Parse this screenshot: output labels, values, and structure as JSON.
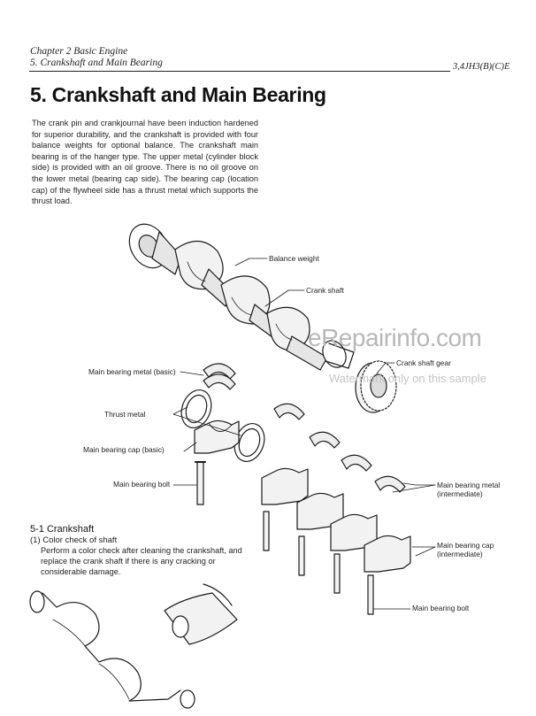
{
  "header": {
    "chapter": "Chapter 2 Basic Engine",
    "section": "5. Crankshaft and Main Bearing",
    "model": "3,4JH3(B)(C)E"
  },
  "title": "5. Crankshaft and Main Bearing",
  "intro": "The crank pin and crankjournal have been induction hardened for superior durability, and the crankshaft is provided with four balance weights for optional balance. The crankshaft main bearing is of the hanger type. The upper metal (cylinder block side) is provided with an oil groove. There is no oil groove on the lower metal (bearing cap side). The bearing cap (location cap) of the flywheel side has a thrust metal which supports the thrust load.",
  "labels": {
    "balance_weight": "Balance weight",
    "crank_shaft": "Crank shaft",
    "crank_shaft_gear": "Crank shaft gear",
    "main_bearing_metal_basic": "Main bearing metal (basic)",
    "thrust_metal": "Thrust metal",
    "main_bearing_cap_basic": "Main bearing cap (basic)",
    "main_bearing_bolt_left": "Main bearing bolt",
    "main_bearing_metal_intermediate": "Main bearing metal (intermediate)",
    "main_bearing_cap_intermediate": "Main bearing cap (intermediate)",
    "main_bearing_bolt_right": "Main bearing bolt"
  },
  "subsection": {
    "heading": "5-1 Crankshaft",
    "item": "(1) Color check of shaft",
    "text": "Perform a color check after cleaning the crankshaft, and replace the crank shaft if there is any cracking or considerable damage."
  },
  "watermark": {
    "brand": "eRepairinfo.com",
    "note": "Watermark only on this sample"
  }
}
